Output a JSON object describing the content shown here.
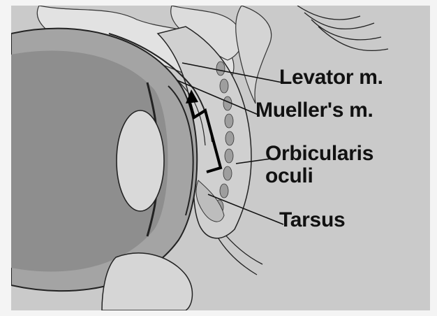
{
  "labels": {
    "levator": "Levator m.",
    "mueller": "Mueller's m.",
    "orbicularis": "Orbicularis",
    "oculi": "oculi",
    "tarsus": "Tarsus"
  },
  "colors": {
    "background": "#c9c9c9",
    "ink": "#111111",
    "eye_fill": "#9a9a9a",
    "lens_fill": "#d8d8d8",
    "tissue": "#b8b8b8"
  }
}
